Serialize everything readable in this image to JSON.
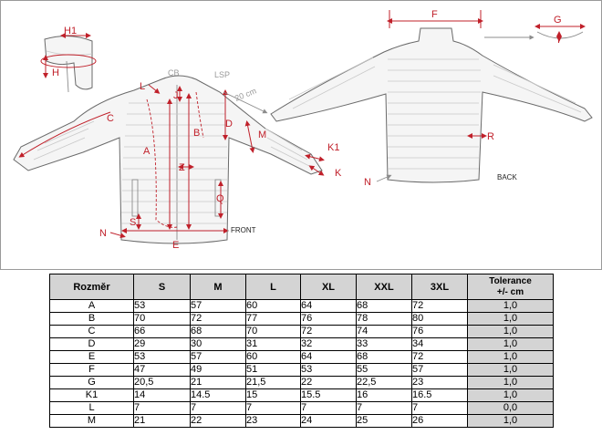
{
  "diagram": {
    "labels": {
      "front": "FRONT",
      "back": "BACK",
      "cb": "CB",
      "lsp": "LSP",
      "twenty_cm": "20 cm",
      "A": "A",
      "B": "B",
      "C": "C",
      "D": "D",
      "E": "E",
      "F": "F",
      "G": "G",
      "H": "H",
      "H1": "H1",
      "I": "I",
      "J": "J",
      "K": "K",
      "K1": "K1",
      "L": "L",
      "M": "M",
      "N_front": "N",
      "N_back": "N",
      "Q": "Q",
      "R": "R",
      "S": "S",
      "Z": "Z"
    }
  },
  "table": {
    "headers": [
      "Rozměr",
      "S",
      "M",
      "L",
      "XL",
      "XXL",
      "3XL",
      "Tolerance\n+/- cm"
    ],
    "rows": [
      {
        "dim": "A",
        "v": [
          "53",
          "57",
          "60",
          "64",
          "68",
          "72"
        ],
        "tol": "1,0"
      },
      {
        "dim": "B",
        "v": [
          "70",
          "72",
          "77",
          "76",
          "78",
          "80"
        ],
        "tol": "1,0"
      },
      {
        "dim": "C",
        "v": [
          "66",
          "68",
          "70",
          "72",
          "74",
          "76"
        ],
        "tol": "1,0"
      },
      {
        "dim": "D",
        "v": [
          "29",
          "30",
          "31",
          "32",
          "33",
          "34"
        ],
        "tol": "1,0"
      },
      {
        "dim": "E",
        "v": [
          "53",
          "57",
          "60",
          "64",
          "68",
          "72"
        ],
        "tol": "1,0"
      },
      {
        "dim": "F",
        "v": [
          "47",
          "49",
          "51",
          "53",
          "55",
          "57"
        ],
        "tol": "1,0"
      },
      {
        "dim": "G",
        "v": [
          "20,5",
          "21",
          "21,5",
          "22",
          "22,5",
          "23"
        ],
        "tol": "1,0"
      },
      {
        "dim": "K1",
        "v": [
          "14",
          "14.5",
          "15",
          "15.5",
          "16",
          "16.5"
        ],
        "tol": "1,0"
      },
      {
        "dim": "L",
        "v": [
          "7",
          "7",
          "7",
          "7",
          "7",
          "7"
        ],
        "tol": "0,0"
      },
      {
        "dim": "M",
        "v": [
          "21",
          "22",
          "23",
          "24",
          "25",
          "26"
        ],
        "tol": "1,0"
      }
    ]
  }
}
